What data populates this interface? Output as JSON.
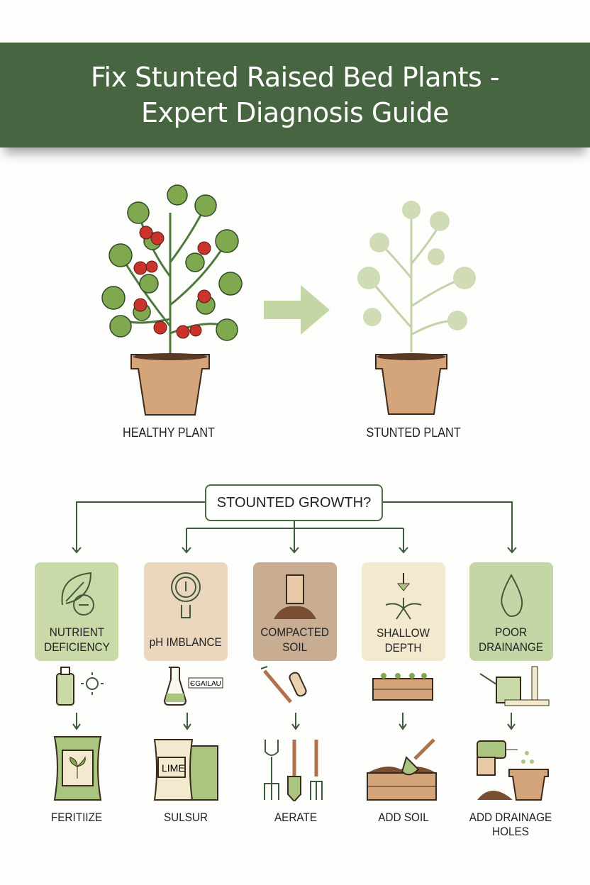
{
  "header": {
    "title_line1": "Fix Stunted Raised Bed Plants -",
    "title_line2": "Expert Diagnosis Guide"
  },
  "comparison": {
    "healthy_label": "HEALTHY PLANT",
    "stunted_label": "STUNTED PLANT"
  },
  "flow": {
    "question": "STOUNTED GROWTH?",
    "causes": [
      {
        "label_line1": "NUTRIENT",
        "label_line2": "DEFICIENCY",
        "color": "#c9d9a8"
      },
      {
        "label_line1": "pH IMBLANCE",
        "label_line2": "",
        "color": "#ecd6bd"
      },
      {
        "label_line1": "COMPACTED",
        "label_line2": "SOIL",
        "color": "#c9ad92"
      },
      {
        "label_line1": "SHALLOW",
        "label_line2": "DEPTH",
        "color": "#f3e9cf"
      },
      {
        "label_line1": "POOR",
        "label_line2": "DRAINANGE",
        "color": "#c5d6a6"
      }
    ],
    "ph_tag": "ЄGAILAU",
    "lime_label": "LIME",
    "solutions": [
      {
        "label_line1": "FERITIIZE",
        "label_line2": ""
      },
      {
        "label_line1": "SULSUR",
        "label_line2": ""
      },
      {
        "label_line1": "AERATE",
        "label_line2": ""
      },
      {
        "label_line1": "ADD SOIL",
        "label_line2": ""
      },
      {
        "label_line1": "ADD DRAINAGE",
        "label_line2": "HOLES"
      }
    ]
  },
  "colors": {
    "header": "#466540",
    "line": "#3e5a3a",
    "green": "#a9c57f",
    "pot": "#d4a57a"
  }
}
